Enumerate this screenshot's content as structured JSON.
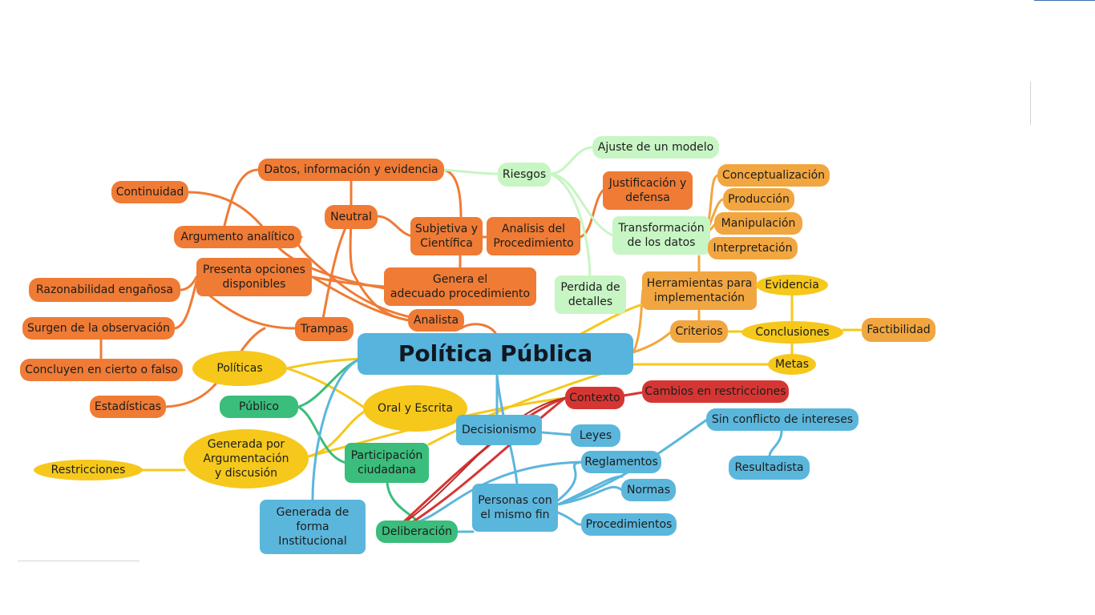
{
  "diagram": {
    "title": "Política Pública",
    "nodes": {
      "continuidad": "Continuidad",
      "datos": "Datos, información y evidencia",
      "argumento": "Argumento analítico",
      "neutral": "Neutral",
      "presenta": "Presenta opciones\ndisponibles",
      "razonabilidad": "Razonabilidad engañosa",
      "surgen": "Surgen de la observación",
      "concluyen": "Concluyen en cierto o falso",
      "estadisticas": "Estadísticas",
      "trampas": "Trampas",
      "analista": "Analista",
      "subjetiva": "Subjetiva y\nCientífica",
      "analisis": "Analisis del\nProcedimiento",
      "genera": "Genera el\nadecuado procedimiento",
      "riesgos": "Riesgos",
      "ajuste": "Ajuste de un modelo",
      "justificacion": "Justificación y\ndefensa",
      "transformacion": "Transformación\nde los datos",
      "perdida": "Perdida de\ndetalles",
      "conceptualizacion": "Conceptualización",
      "produccion": "Producción",
      "manipulacion": "Manipulación",
      "interpretacion": "Interpretación",
      "herramientas": "Herramientas para\nimplementación",
      "evidencia": "Evidencia",
      "criterios": "Criterios",
      "conclusiones": "Conclusiones",
      "factibilidad": "Factibilidad",
      "metas": "Metas",
      "politicas": "Políticas",
      "publico": "Público",
      "oral": "Oral y Escrita",
      "generada_arg": "Generada por\nArgumentación\ny discusión",
      "restricciones": "Restricciones",
      "participacion": "Participación\nciudadana",
      "decisionismo": "Decisionismo",
      "contexto": "Contexto",
      "cambios": "Cambios en restricciones",
      "leyes": "Leyes",
      "sin_conflicto": "Sin conflicto de intereses",
      "resultadista": "Resultadista",
      "reglamentos": "Reglamentos",
      "normas": "Normas",
      "personas": "Personas con\nel mismo fin",
      "procedimientos": "Procedimientos",
      "generada_inst": "Generada de\nforma\nInstitucional",
      "deliberacion": "Deliberación"
    },
    "colors": {
      "orange": "#ef7b35",
      "light_orange": "#f2a640",
      "light_green": "#c8f5c4",
      "yellow": "#f5c81b",
      "green": "#3bbd7c",
      "blue": "#5bb6dc",
      "red": "#d63633"
    }
  }
}
